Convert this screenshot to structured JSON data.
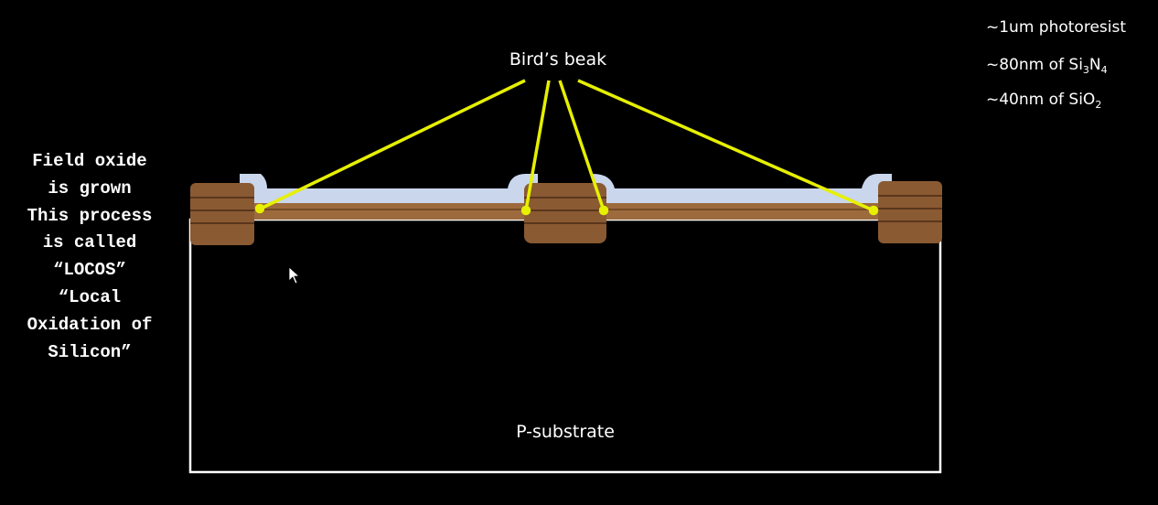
{
  "layer_notes": [
    {
      "text": "~1um photoresist"
    },
    {
      "text": "~80nm of Si",
      "parts": [
        "3",
        "N",
        "4"
      ]
    },
    {
      "text": "~40nm of SiO",
      "parts": [
        "2"
      ]
    }
  ],
  "callout": "Bird’s beak",
  "side_text": [
    "Field oxide",
    "is grown",
    "This process",
    "is called",
    "“LOCOS”",
    "“Local",
    "Oxidation of",
    "Silicon”"
  ],
  "substrate_label": "P-substrate",
  "colors": {
    "background": "#000000",
    "substrate_outline": "#ffffff",
    "field_oxide": "#8a5a33",
    "field_oxide_stripe": "#4a2a14",
    "nitride": "#c9d6ec",
    "thin_oxide": "#9c6a3c",
    "arrow": "#e6f000",
    "text": "#ffffff"
  }
}
